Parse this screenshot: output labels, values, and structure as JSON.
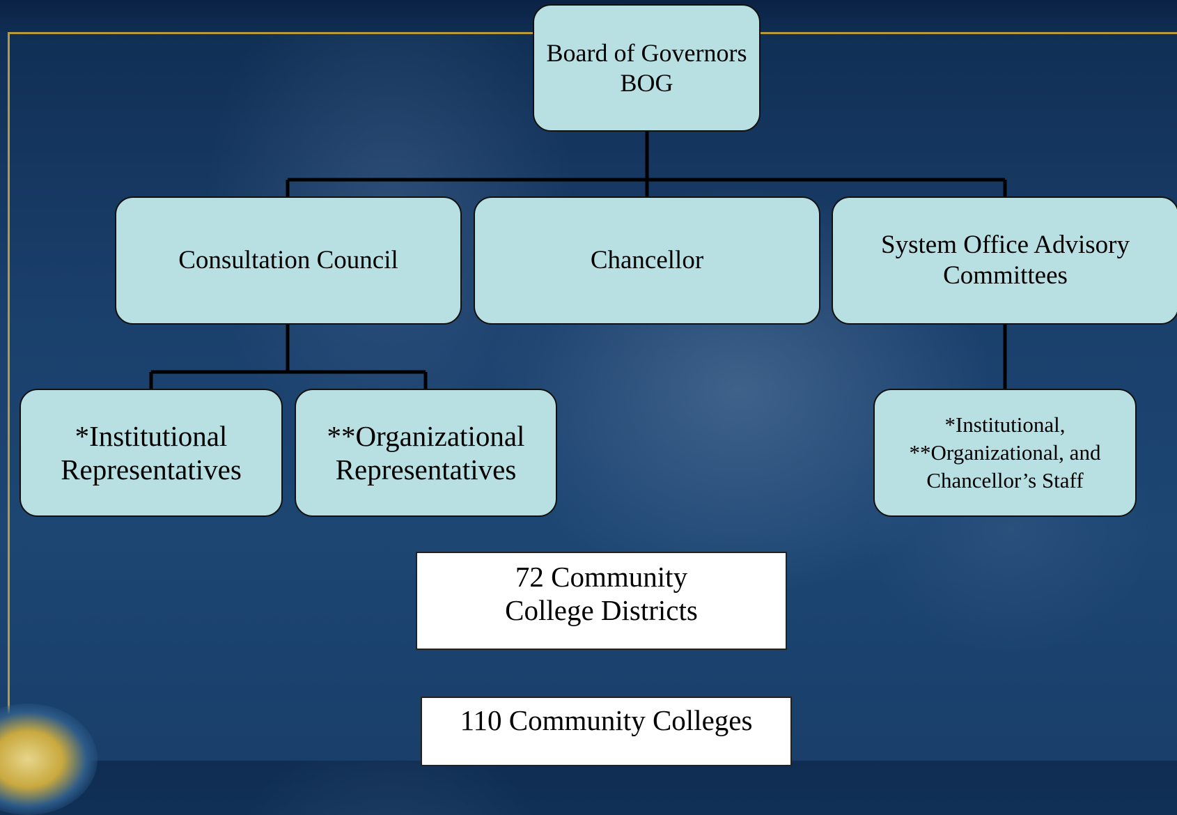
{
  "nodes": {
    "bog": "Board of Governors\nBOG",
    "consultation": "Consultation Council",
    "chancellor": "Chancellor",
    "advisory": "System Office Advisory\nCommittees",
    "institutional": "*Institutional\nRepresentatives",
    "organizational": "**Organizational\nRepresentatives",
    "staff": "*Institutional,\n**Organizational, and\nChancellor’s Staff"
  },
  "boxes": {
    "districts": "72 Community\nCollege Districts",
    "colleges": "110 Community Colleges"
  },
  "colors": {
    "node_fill": "#b8e0e3",
    "background": "#1a3f6b",
    "frame": "#b89a3c"
  }
}
